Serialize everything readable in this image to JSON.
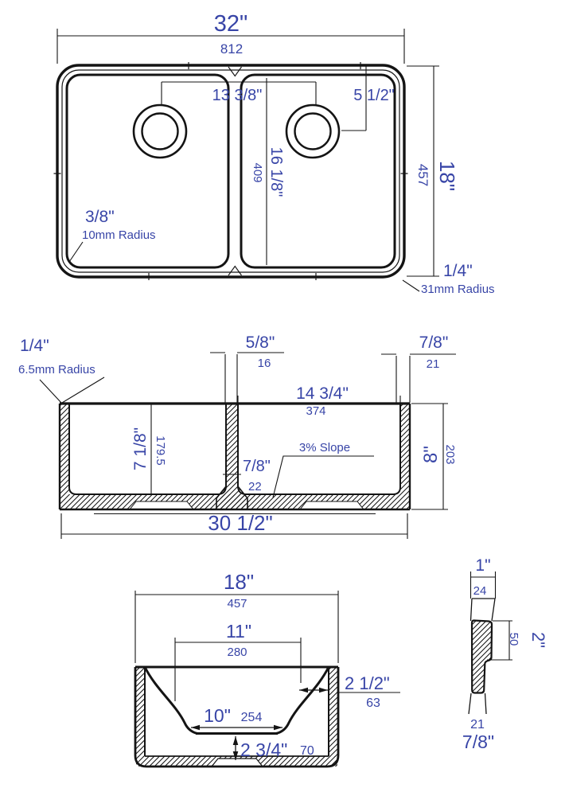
{
  "colors": {
    "dimension_text": "#3845a7",
    "line_color": "#141414"
  },
  "views": {
    "top": {
      "overall_width_in": "32\"",
      "overall_width_mm": "812",
      "overall_depth_in": "18\"",
      "overall_depth_mm": "457",
      "drain_spacing_in": "13 3/8\"",
      "drain_setback_in": "5 1/2\"",
      "bowl_interior_in": "16 1/8\"",
      "bowl_interior_mm": "409",
      "inner_radius_in": "3/8\"",
      "inner_radius_note": "10mm Radius",
      "outer_radius_in": "1/4\"",
      "outer_radius_note": "31mm Radius"
    },
    "front": {
      "rim_radius_in": "1/4\"",
      "rim_radius_note": "6.5mm Radius",
      "divider_width_in": "5/8\"",
      "divider_width_mm": "16",
      "wall_width_in": "7/8\"",
      "wall_width_mm": "21",
      "bowl_width_in": "14 3/4\"",
      "bowl_width_mm": "374",
      "bowl_depth_in": "7 1/8\"",
      "bowl_depth_mm": "179.5",
      "floor_step_in": "7/8\"",
      "floor_step_mm": "22",
      "slope_note": "3% Slope",
      "overall_height_in": "8\"",
      "overall_height_mm": "203",
      "base_width_in": "30 1/2\""
    },
    "side": {
      "overall_depth_in": "18\"",
      "overall_depth_mm": "457",
      "opening_in": "11\"",
      "opening_mm": "280",
      "floor_in": "10\"",
      "floor_mm": "254",
      "top_thickness_in": "2 1/2\"",
      "top_thickness_mm": "63",
      "base_height_in": "2 3/4\"",
      "base_height_mm": "70"
    },
    "profile": {
      "top_in": "1\"",
      "top_mm": "24",
      "upper_in": "2\"",
      "upper_mm": "50",
      "bottom_mm": "21",
      "bottom_in": "7/8\""
    }
  }
}
